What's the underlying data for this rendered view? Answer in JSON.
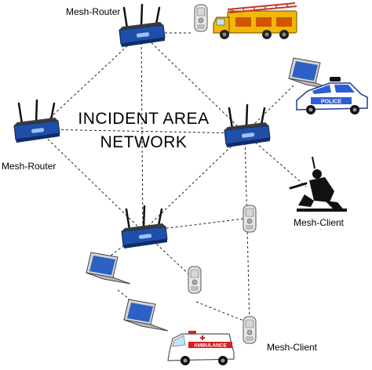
{
  "title": {
    "line1": "INCIDENT AREA",
    "line2": "NETWORK"
  },
  "labels": {
    "router_top": "Mesh-Router",
    "router_left": "Mesh-Router",
    "client_soldier": "Mesh-Client",
    "client_bottom": "Mesh-Client"
  },
  "badges": {
    "police": "POLICE",
    "ambulance": "AMBULANCE"
  },
  "icons": {
    "router": "wireless-router-icon",
    "phone": "mobile-phone-icon",
    "laptop": "laptop-icon",
    "fire_truck": "fire-truck-icon",
    "police_car": "police-car-icon",
    "ambulance": "ambulance-icon",
    "soldier": "soldier-icon"
  },
  "colors": {
    "router_blue": "#1f4fa8",
    "fire_yellow": "#f2b705",
    "police_blue": "#2c5fd6",
    "ambulance_red": "#d81e1e",
    "link": "#222222"
  }
}
